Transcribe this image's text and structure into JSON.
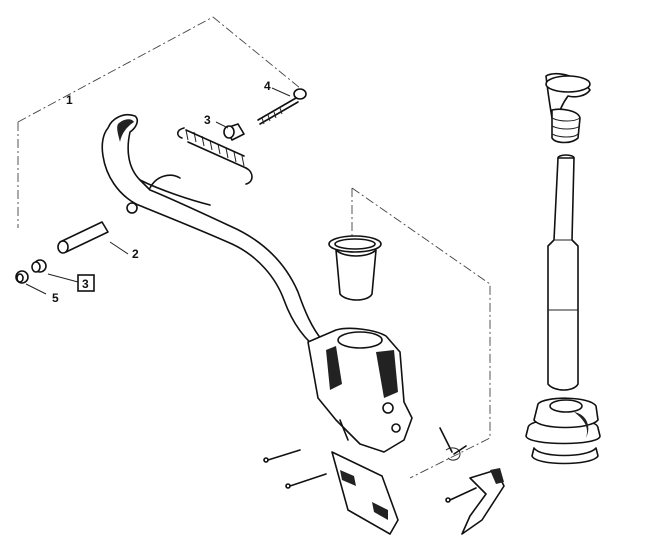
{
  "callouts": [
    {
      "id": "c1",
      "label": "1",
      "boxed": false
    },
    {
      "id": "c2",
      "label": "2",
      "boxed": false
    },
    {
      "id": "c3a",
      "label": "3",
      "boxed": false
    },
    {
      "id": "c3b",
      "label": "3",
      "boxed": true
    },
    {
      "id": "c4",
      "label": "4",
      "boxed": false
    },
    {
      "id": "c5",
      "label": "5",
      "boxed": false
    }
  ]
}
